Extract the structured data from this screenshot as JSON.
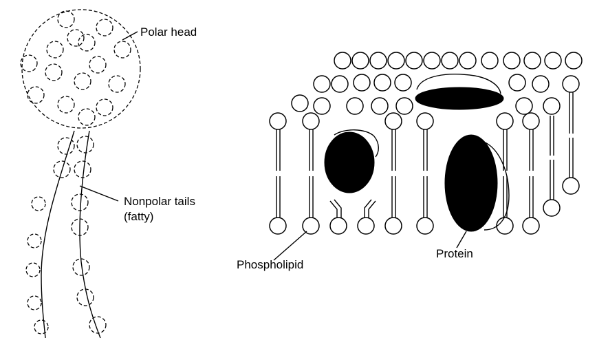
{
  "labels": {
    "polar_head": "Polar head",
    "nonpolar_tails_line1": "Nonpolar tails",
    "nonpolar_tails_line2": "(fatty)",
    "phospholipid": "Phospholipid",
    "protein": "Protein"
  },
  "colors": {
    "ink": "#000000",
    "background": "#ffffff"
  }
}
